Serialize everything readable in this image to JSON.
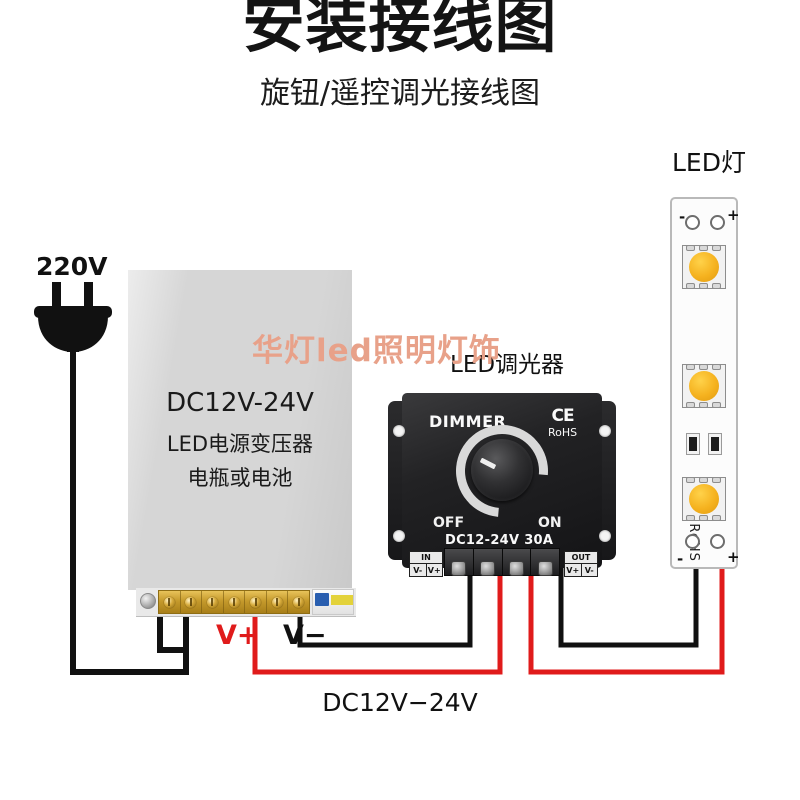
{
  "page": {
    "title_main": "安装接线图",
    "title_sub": "旋钮/遥控调光接线图",
    "watermark": "华灯led照明灯饰",
    "bottom_label": "DC12V−24V",
    "background_color": "#ffffff"
  },
  "ac_source": {
    "label": "220V",
    "icon": "power-plug-icon"
  },
  "power_supply": {
    "line1": "DC12V-24V",
    "line2": "LED电源变压器",
    "line3": "电瓶或电池",
    "body_color": "#d6d6d6",
    "terminal_count": 7,
    "out_positive_label": "V+",
    "out_negative_label": "V−",
    "out_positive_color": "#e01b1b",
    "out_negative_color": "#111111"
  },
  "dimmer": {
    "caption": "LED调光器",
    "brand": "DIMMER",
    "cert_ce": "CE",
    "cert_rohs": "RoHS",
    "knob_min_label": "OFF",
    "knob_max_label": "ON",
    "rating": "DC12-24V  30A",
    "input_block": {
      "title": "IN",
      "left": "V-",
      "right": "V+"
    },
    "output_block": {
      "title": "OUT",
      "left": "V+",
      "right": "V-"
    },
    "terminals": [
      {
        "index": 1,
        "wire_color": "#111111"
      },
      {
        "index": 2,
        "wire_color": "#e01b1b"
      },
      {
        "index": 3,
        "wire_color": "#e01b1b"
      },
      {
        "index": 4,
        "wire_color": "#111111"
      }
    ]
  },
  "led_strip": {
    "caption": "LED灯",
    "cert": "CE RoHS",
    "top_negative": "-",
    "top_positive": "+",
    "bottom_negative": "-",
    "bottom_positive": "+",
    "led_count": 3,
    "resistor_count": 2,
    "led_color": "#f5b21f"
  },
  "wires": {
    "ac_color": "#111111",
    "dc_positive_color": "#e01b1b",
    "dc_negative_color": "#111111",
    "stroke_width": 5
  }
}
